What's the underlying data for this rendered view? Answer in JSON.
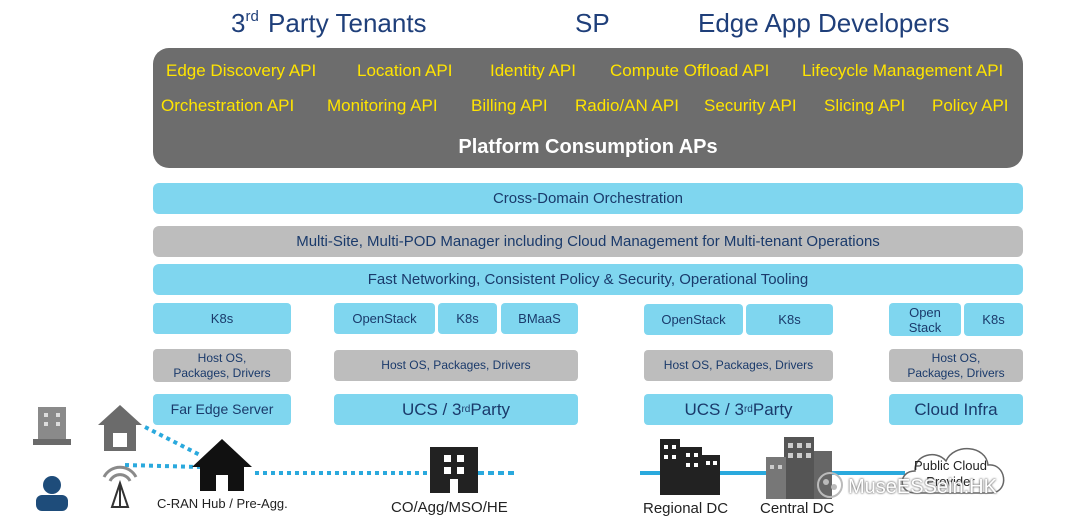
{
  "header": {
    "tenants_prefix": "3",
    "tenants_sup": "rd",
    "tenants_rest": "Party Tenants",
    "sp": "SP",
    "developers": "Edge App Developers"
  },
  "apis": {
    "row1": [
      "Edge Discovery API",
      "Location API",
      "Identity API",
      "Compute Offload API",
      "Lifecycle Management API"
    ],
    "row2": [
      "Orchestration API",
      "Monitoring API",
      "Billing API",
      "Radio/AN API",
      "Security API",
      "Slicing API",
      "Policy API"
    ],
    "title": "Platform Consumption APs"
  },
  "layers": {
    "orchestration": "Cross-Domain Orchestration",
    "manager": "Multi-Site, Multi-POD Manager including Cloud Management for Multi-tenant Operations",
    "networking": "Fast Networking, Consistent Policy & Security, Operational Tooling"
  },
  "stacks": {
    "far_edge": {
      "k8s": "K8s",
      "host": "Host OS,\nPackages, Drivers",
      "infra": "Far Edge Server"
    },
    "co": {
      "openstack": "OpenStack",
      "k8s": "K8s",
      "bmaas": "BMaaS",
      "host": "Host OS, Packages, Drivers",
      "infra_prefix": "UCS / 3",
      "infra_sup": "rd",
      "infra_rest": " Party"
    },
    "regional": {
      "openstack": "OpenStack",
      "k8s": "K8s",
      "host": "Host OS, Packages, Drivers",
      "infra_prefix": "UCS / 3",
      "infra_sup": "rd",
      "infra_rest": " Party"
    },
    "cloud": {
      "openstack": "Open\nStack",
      "k8s": "K8s",
      "host": "Host OS,\nPackages, Drivers",
      "infra": "Cloud Infra"
    }
  },
  "sites": {
    "cran": "C-RAN Hub / Pre-Agg.",
    "co": "CO/Agg/MSO/HE",
    "regional": "Regional DC",
    "central": "Central DC",
    "public_cloud": "Public Cloud\nProvider"
  },
  "watermark": "MuseESSein.HK",
  "colors": {
    "cyan": "#7fd6ef",
    "grey": "#bdbdbd",
    "dark": "#6d6d6d",
    "yellow": "#ffe400",
    "link": "#2aa9dd"
  }
}
